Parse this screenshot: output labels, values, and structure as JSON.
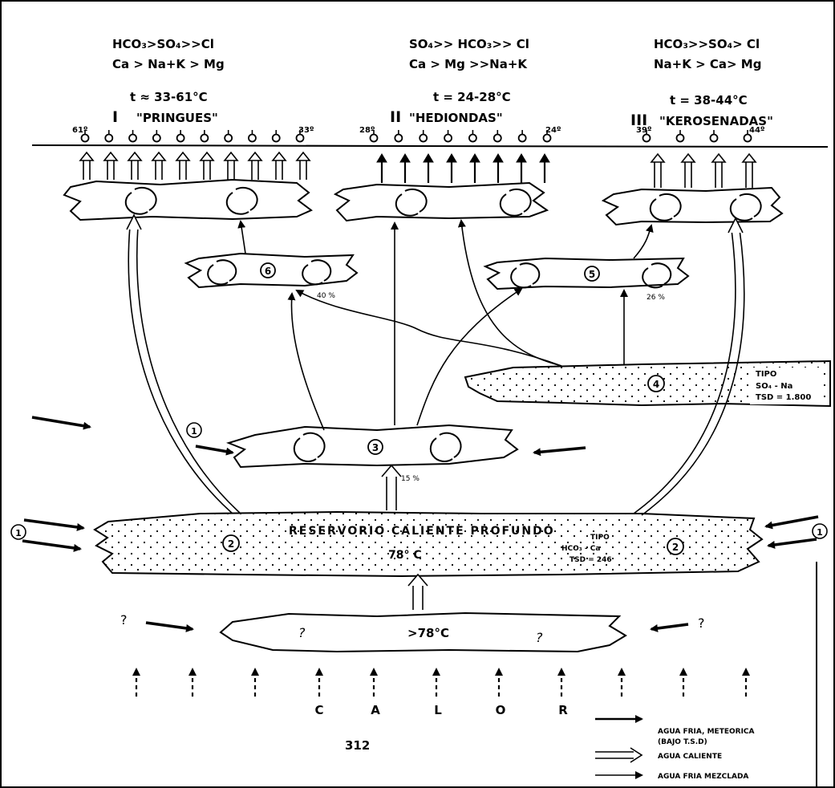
{
  "groups": [
    {
      "chem1": "HCO₃>SO₄>>Cl",
      "chem2": "Ca > Na+K > Mg",
      "temp": "t ≈ 33-61°C",
      "numeral": "I",
      "name": "\"PRINGUES\"",
      "t_left": "61º",
      "t_right": "33º",
      "vents": 10
    },
    {
      "chem1": "SO₄>> HCO₃>> Cl",
      "chem2": "Ca > Mg >>Na+K",
      "temp": "t = 24-28°C",
      "numeral": "II",
      "name": "\"HEDIONDAS\"",
      "t_left": "28º",
      "t_right": "24º",
      "vents": 8
    },
    {
      "chem1": "HCO₃>>SO₄> Cl",
      "chem2": "Na+K > Ca> Mg",
      "temp": "t = 38-44°C",
      "numeral": "III",
      "name": "\"KEROSENADAS\"",
      "t_left": "39º",
      "t_right": "44º",
      "vents": 4
    }
  ],
  "bodies": {
    "b6": "6",
    "b5": "5",
    "b4": "4",
    "b3": "3",
    "b2": "2",
    "pct6": "40 %",
    "pct5": "26 %",
    "pct3": "15 %",
    "b4_tipo": "TIPO",
    "b4_comp": "SO₄ - Na",
    "b4_tsd": "TSD = 1.800",
    "reservoir_title": "RESERVORIO CALIENTE PROFUNDO",
    "reservoir_temp": "78° C",
    "reservoir_tipo": "TIPO",
    "reservoir_comp": "HCO₃ - Ca",
    "reservoir_tsd": "TSD = 246",
    "deep_temp": ">78°C",
    "q": "?",
    "circ1": "1"
  },
  "heat_letters": [
    "C",
    "A",
    "L",
    "O",
    "R"
  ],
  "page_number": "312",
  "legend": {
    "cold_line1": "AGUA FRIA, METEORICA",
    "cold_line2": "(BAJO T.S.D)",
    "hot": "AGUA CALIENTE",
    "mixed": "AGUA FRIA MEZCLADA"
  }
}
